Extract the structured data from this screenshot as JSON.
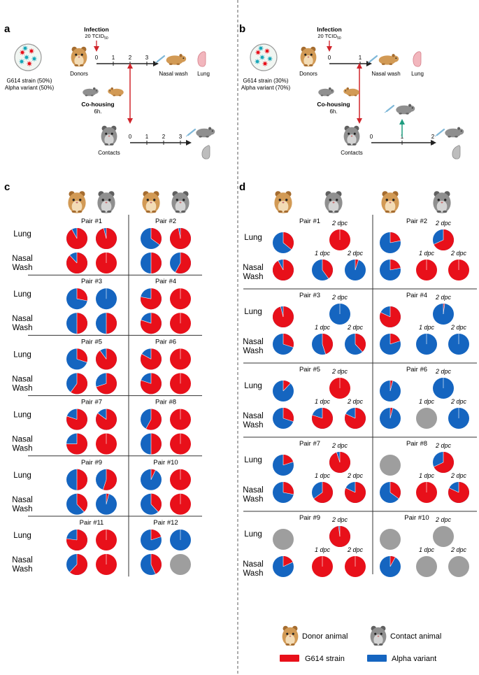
{
  "panels": {
    "a": {
      "label": "a",
      "strain_text": "G614 strain (50%)",
      "alpha_text": "Alpha variant (50%)",
      "donors": "Donors",
      "infection": "Infection",
      "dose": "20 TCID",
      "dose_sub": "50",
      "donor_ticks": [
        "0",
        "1",
        "2",
        "3"
      ],
      "nasal_wash": "Nasal wash",
      "lung": "Lung",
      "cohousing": "Co-housing",
      "cohousing_time": "6h.",
      "contacts": "Contacts",
      "contact_ticks": [
        "0",
        "1",
        "2",
        "3"
      ]
    },
    "b": {
      "label": "b",
      "strain_text": "G614 strain (30%)",
      "alpha_text": "Alpha variant (70%)",
      "donors": "Donors",
      "infection": "Infection",
      "dose": "20 TCID",
      "dose_sub": "50",
      "donor_ticks": [
        "0",
        "1"
      ],
      "nasal_wash": "Nasal wash",
      "lung": "Lung",
      "cohousing": "Co-housing",
      "cohousing_time": "6h.",
      "contacts": "Contacts",
      "contact_ticks": [
        "0",
        "1",
        "2"
      ]
    },
    "c": {
      "label": "c",
      "row_lung": "Lung",
      "row_nasal_1": "Nasal",
      "row_nasal_2": "Wash",
      "pairs": [
        {
          "label": "Pair #1",
          "donor_lung": 0.92,
          "contact_lung": 0.96,
          "donor_nw": 0.88,
          "contact_nw": 1.0
        },
        {
          "label": "Pair #2",
          "donor_lung": 0.35,
          "contact_lung": 0.97,
          "donor_nw": 0.5,
          "contact_nw": 0.58
        },
        {
          "label": "Pair #3",
          "donor_lung": 0.28,
          "contact_lung": 0.0,
          "donor_nw": 0.5,
          "contact_nw": 0.5
        },
        {
          "label": "Pair #4",
          "donor_lung": 0.78,
          "contact_lung": 1.0,
          "donor_nw": 0.8,
          "contact_nw": 1.0
        },
        {
          "label": "Pair #5",
          "donor_lung": 0.3,
          "contact_lung": 0.9,
          "donor_nw": 0.6,
          "contact_nw": 0.7
        },
        {
          "label": "Pair #6",
          "donor_lung": 0.83,
          "contact_lung": 1.0,
          "donor_nw": 0.8,
          "contact_nw": 1.0
        },
        {
          "label": "Pair #7",
          "donor_lung": 0.8,
          "contact_lung": 0.85,
          "donor_nw": 0.75,
          "contact_nw": 1.0
        },
        {
          "label": "Pair #8",
          "donor_lung": 0.58,
          "contact_lung": 1.0,
          "donor_nw": 0.5,
          "contact_nw": 1.0
        },
        {
          "label": "Pair #9",
          "donor_lung": 0.5,
          "contact_lung": 0.55,
          "donor_nw": 0.38,
          "contact_nw": 0.04
        },
        {
          "label": "Pair #10",
          "donor_lung": 0.07,
          "contact_lung": 1.0,
          "donor_nw": 0.38,
          "contact_nw": 1.0
        },
        {
          "label": "Pair #11",
          "donor_lung": 0.77,
          "contact_lung": 1.0,
          "donor_nw": 0.62,
          "contact_nw": 1.0
        },
        {
          "label": "Pair #12",
          "donor_lung": 0.2,
          "contact_lung": 0.0,
          "donor_nw": 0.43,
          "contact_nw": null
        }
      ]
    },
    "d": {
      "label": "d",
      "row_lung": "Lung",
      "row_nasal_1": "Nasal",
      "row_nasal_2": "Wash",
      "dpc_1": "1 dpc",
      "dpc_2": "2 dpc",
      "pairs": [
        {
          "label": "Pair #1",
          "donor_lung": 0.36,
          "contact_lung_2": 1.0,
          "donor_nw": 0.92,
          "contact_nw_1": 0.4,
          "contact_nw_2": 0.05
        },
        {
          "label": "Pair #2",
          "donor_lung": 0.22,
          "contact_lung_2": 0.68,
          "donor_nw": 0.22,
          "contact_nw_1": 1.0,
          "contact_nw_2": 1.0
        },
        {
          "label": "Pair #3",
          "donor_lung": 0.96,
          "contact_lung_2": 0.0,
          "donor_nw": 0.3,
          "contact_nw_1": 0.45,
          "contact_nw_2": 0.38
        },
        {
          "label": "Pair #4",
          "donor_lung": 0.82,
          "contact_lung_2": 0.02,
          "donor_nw": 0.2,
          "contact_nw_1": 0.0,
          "contact_nw_2": 0.0
        },
        {
          "label": "Pair #5",
          "donor_lung": 0.12,
          "contact_lung_2": 1.0,
          "donor_nw": 0.3,
          "contact_nw_1": 0.8,
          "contact_nw_2": 0.82
        },
        {
          "label": "Pair #6",
          "donor_lung": 0.04,
          "contact_lung_2": 0.0,
          "donor_nw": 0.04,
          "contact_nw_1": null,
          "contact_nw_2": 0.0
        },
        {
          "label": "Pair #7",
          "donor_lung": 0.2,
          "contact_lung_2": 0.95,
          "donor_nw": 0.28,
          "contact_nw_1": 0.65,
          "contact_nw_2": 0.82
        },
        {
          "label": "Pair #8",
          "donor_lung": null,
          "contact_lung_2": 0.68,
          "donor_nw": 0.35,
          "contact_nw_1": 1.0,
          "contact_nw_2": 0.82
        },
        {
          "label": "Pair #9",
          "donor_lung": null,
          "contact_lung_2": 0.98,
          "donor_nw": 0.18,
          "contact_nw_1": 1.0,
          "contact_nw_2": 1.0
        },
        {
          "label": "Pair #10",
          "donor_lung": null,
          "contact_lung_2": null,
          "donor_nw": 0.08,
          "contact_nw_1": null,
          "contact_nw_2": null
        }
      ]
    }
  },
  "legend": {
    "donor_animal": "Donor animal",
    "contact_animal": "Contact animal",
    "g614": "G614 strain",
    "alpha": "Alpha variant"
  },
  "colors": {
    "g614": "#e8101a",
    "alpha": "#1565c0",
    "missing": "#9e9e9e",
    "donor_fur": "#d29a55",
    "contact_fur": "#8f8f8f",
    "arrow_red": "#d0242b",
    "arrow_teal": "#1e9c7f"
  }
}
